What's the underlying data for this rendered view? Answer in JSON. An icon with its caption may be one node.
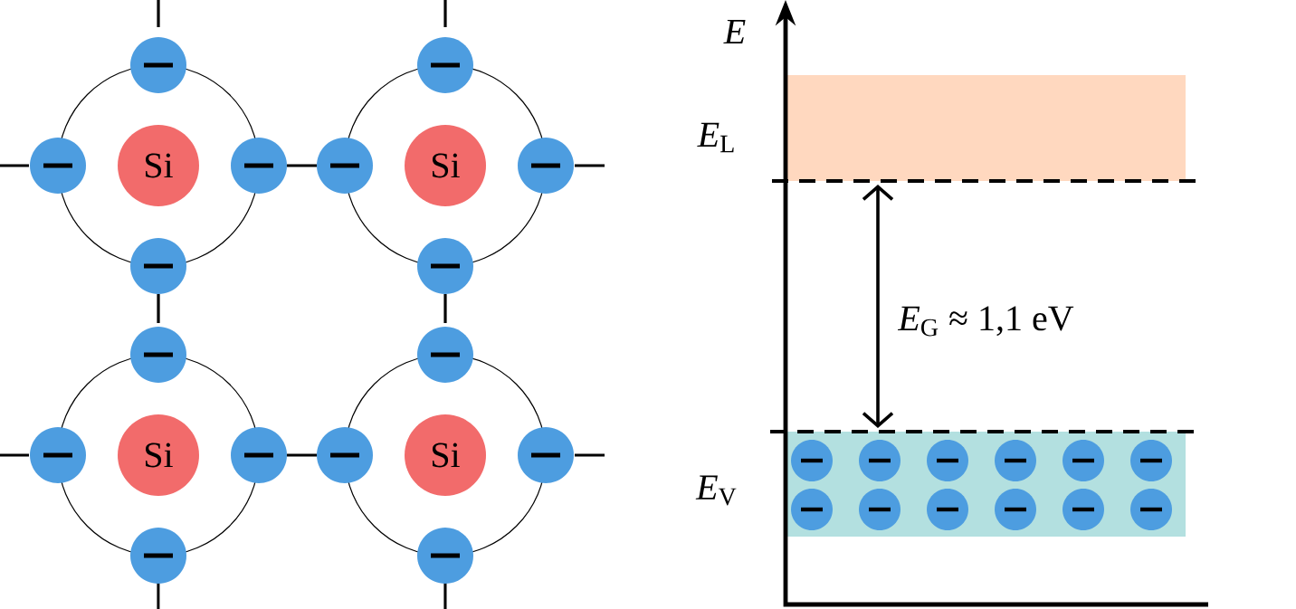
{
  "diagram": {
    "labels": [
      "*E*",
      "Si",
      "Si",
      "*E*$_{L}$",
      "*E*$_{G}$ ≈ 1,1 eV",
      "Si",
      "Si",
      "*E*$_{V}$"
    ]
  }
}
